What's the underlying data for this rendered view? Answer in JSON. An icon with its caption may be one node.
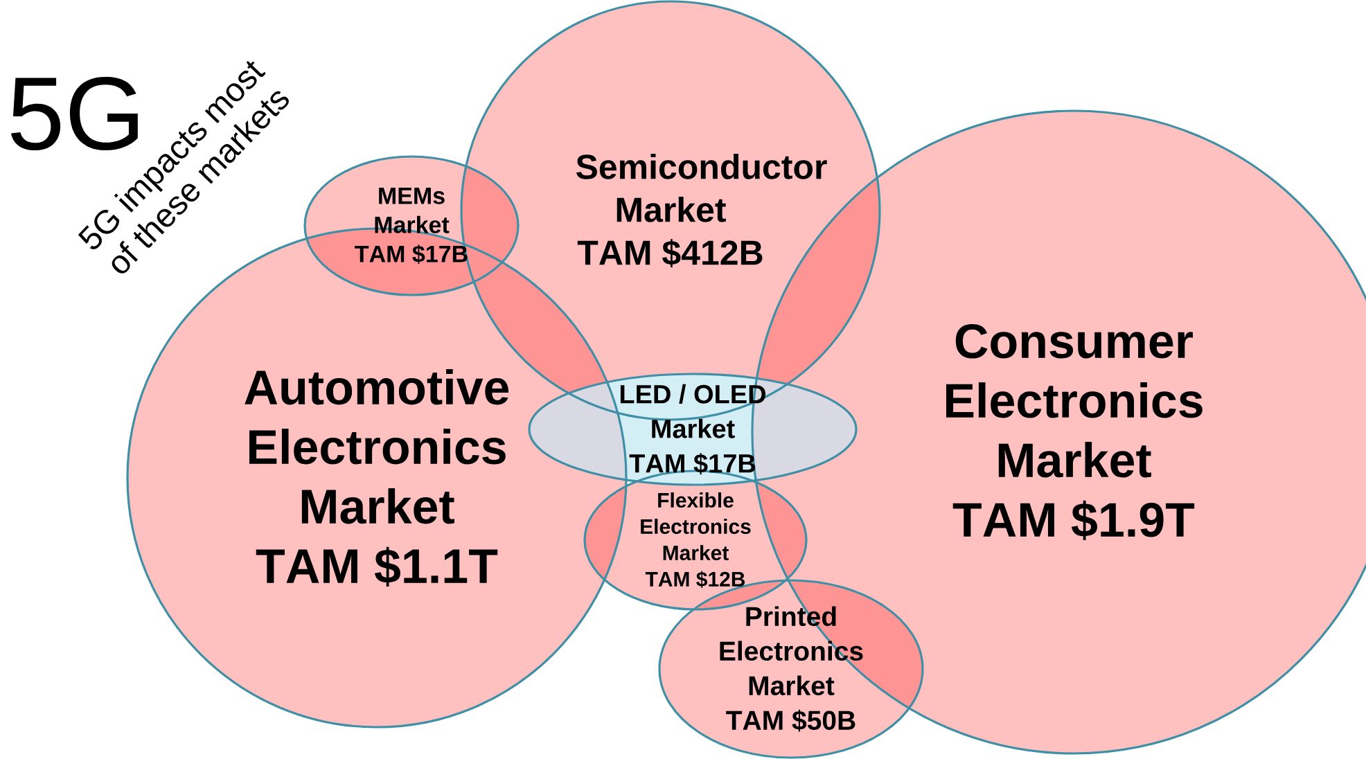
{
  "diagram": {
    "nodes": [
      {
        "text": [
          "Semiconductor Market TAM $412B"
        ]
      },
      {
        "text": [
          "MEMs Market TAM $17B"
        ]
      },
      {
        "text": [
          "Automotive Electronics Market TAM $1.1T"
        ]
      },
      {
        "text": [
          "LED / OLED Market TAM $17B"
        ]
      },
      {
        "text": [
          "Consumer Electronics Market TAM $1.9T"
        ]
      },
      {
        "text": [
          "Flexible Electronics Market TAM $12B"
        ]
      },
      {
        "text": [
          "Printed Electronics Market TAM $50B"
        ]
      }
    ],
    "labels": [
      "5G",
      "5G impacts most of these markets"
    ]
  }
}
